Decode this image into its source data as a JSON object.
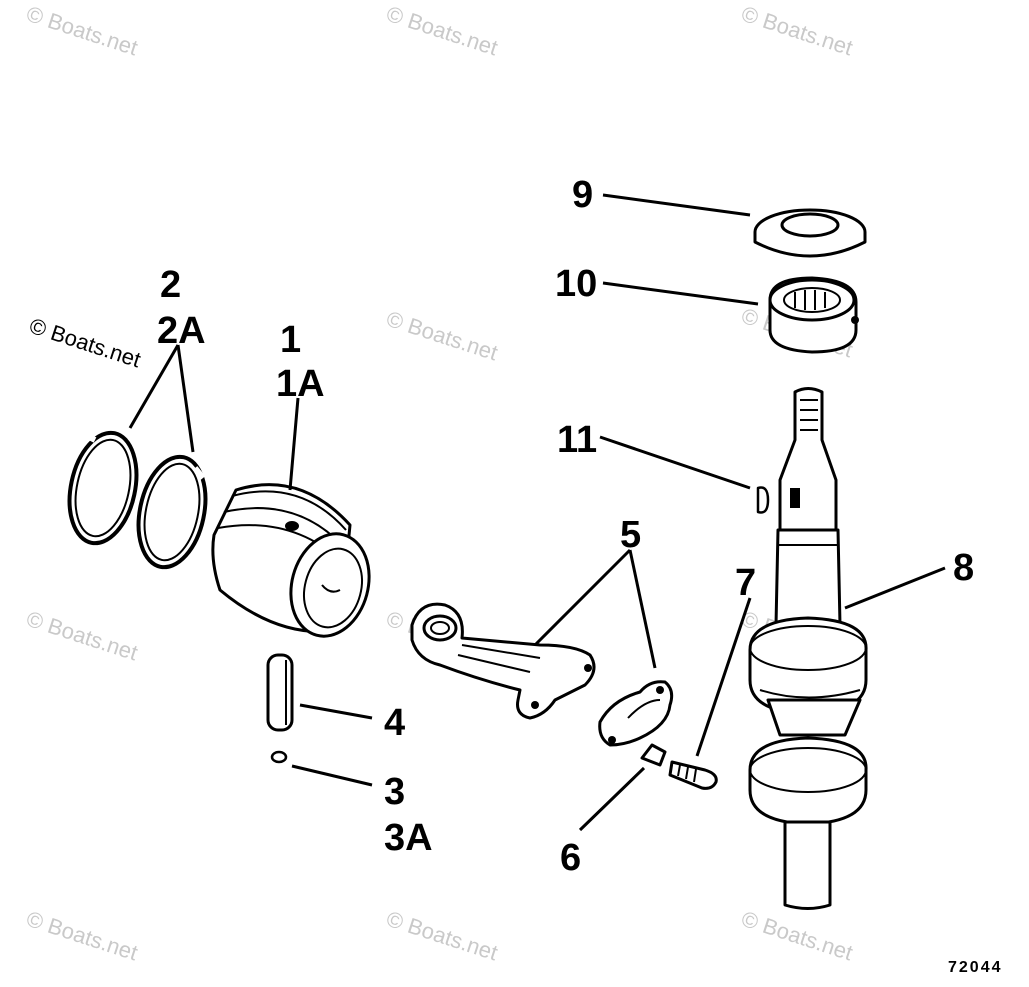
{
  "watermark": {
    "text": "© Boats.net"
  },
  "figure_number": "72044",
  "callouts": {
    "c1": "1",
    "c1a": "1A",
    "c2": "2",
    "c2a": "2A",
    "c3": "3",
    "c3a": "3A",
    "c4": "4",
    "c5": "5",
    "c6": "6",
    "c7": "7",
    "c8": "8",
    "c9": "9",
    "c10": "10",
    "c11": "11"
  }
}
